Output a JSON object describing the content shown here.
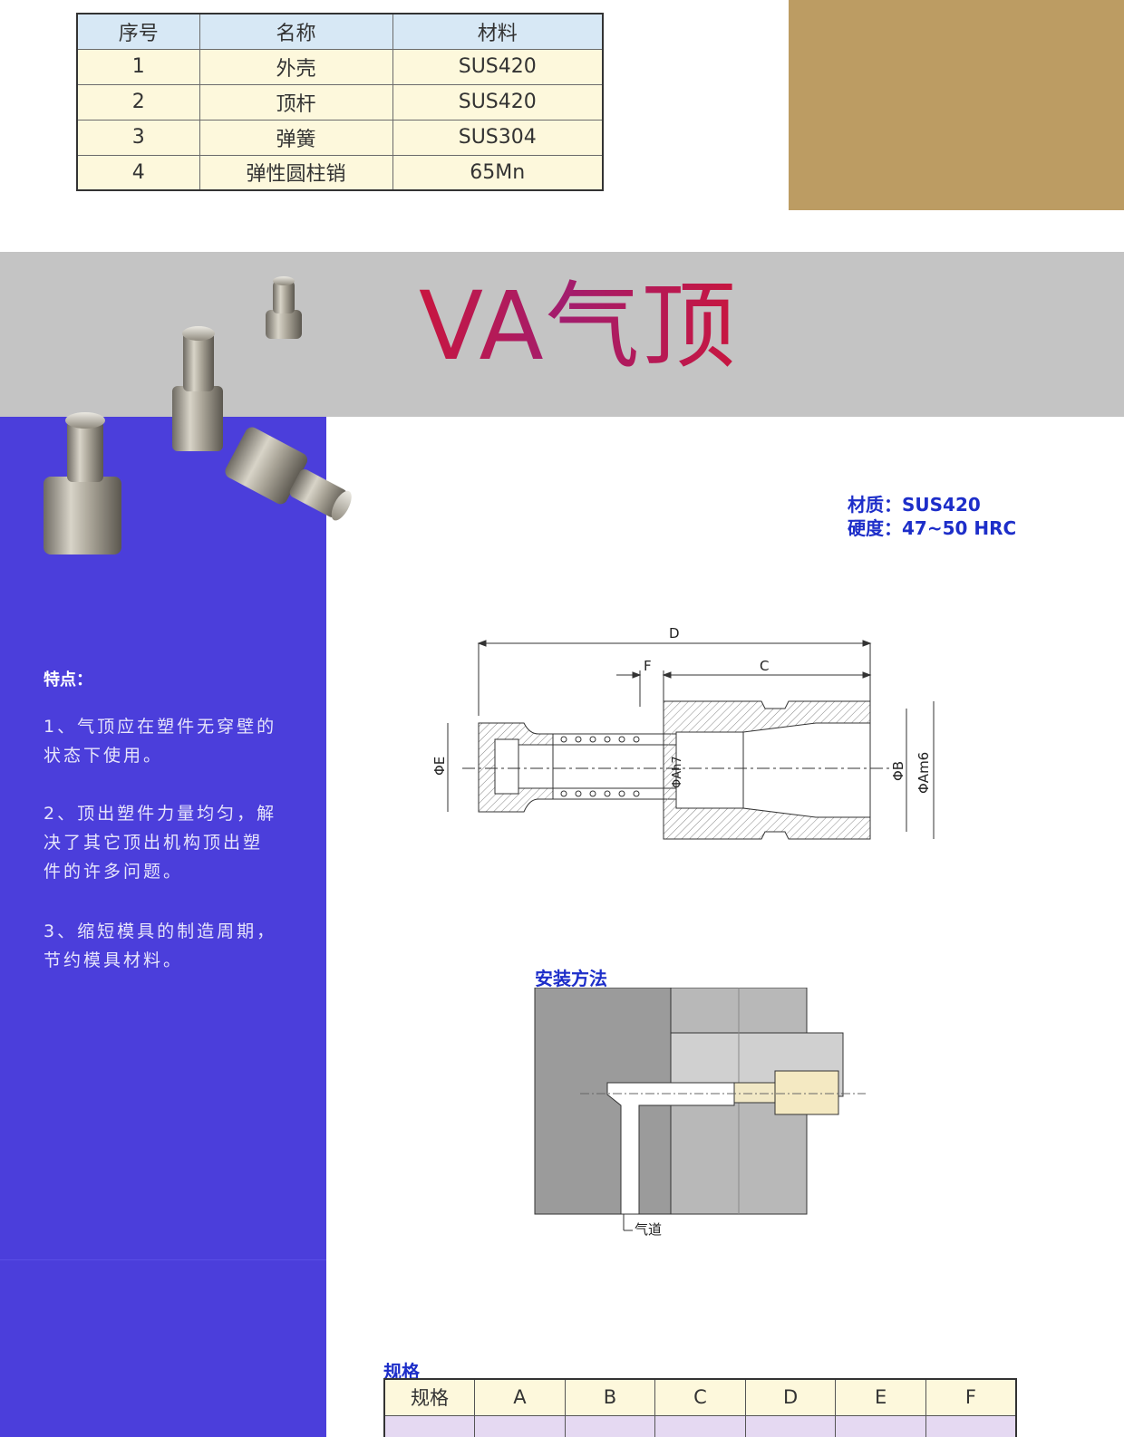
{
  "materials_table": {
    "headers": [
      "序号",
      "名称",
      "材料"
    ],
    "rows": [
      [
        "1",
        "外壳",
        "SUS420"
      ],
      [
        "2",
        "顶杆",
        "SUS420"
      ],
      [
        "3",
        "弹簧",
        "SUS304"
      ],
      [
        "4",
        "弹性圆柱销",
        "65Mn"
      ]
    ]
  },
  "banner": {
    "title": "VA气顶"
  },
  "colors": {
    "sidebar": "#4b3edb",
    "banner": "#c4c4c4",
    "gold": "#bc9c63",
    "title_red": "#c8163f",
    "spec_blue": "#1d2ec9"
  },
  "spec": {
    "material": "材质：SUS420",
    "hardness": "硬度：47~50 HRC"
  },
  "features": {
    "title": "特点：",
    "items": [
      "1、气顶应在塑件无穿壁的状态下使用。",
      "2、顶出塑件力量均匀，解决了其它顶出机构顶出塑件的许多问题。",
      "3、缩短模具的制造周期，节约模具材料。"
    ]
  },
  "drawing": {
    "labels": {
      "D": "D",
      "F": "F",
      "C": "C",
      "phiE": "ΦE",
      "phiAh7": "ΦAh7",
      "phiB": "ΦB",
      "phiAm6": "ΦAm6"
    }
  },
  "install": {
    "title": "安装方法",
    "air_channel": "气道"
  },
  "size_table": {
    "label": "规格",
    "headers": [
      "规格",
      "A",
      "B",
      "C",
      "D",
      "E",
      "F"
    ]
  }
}
